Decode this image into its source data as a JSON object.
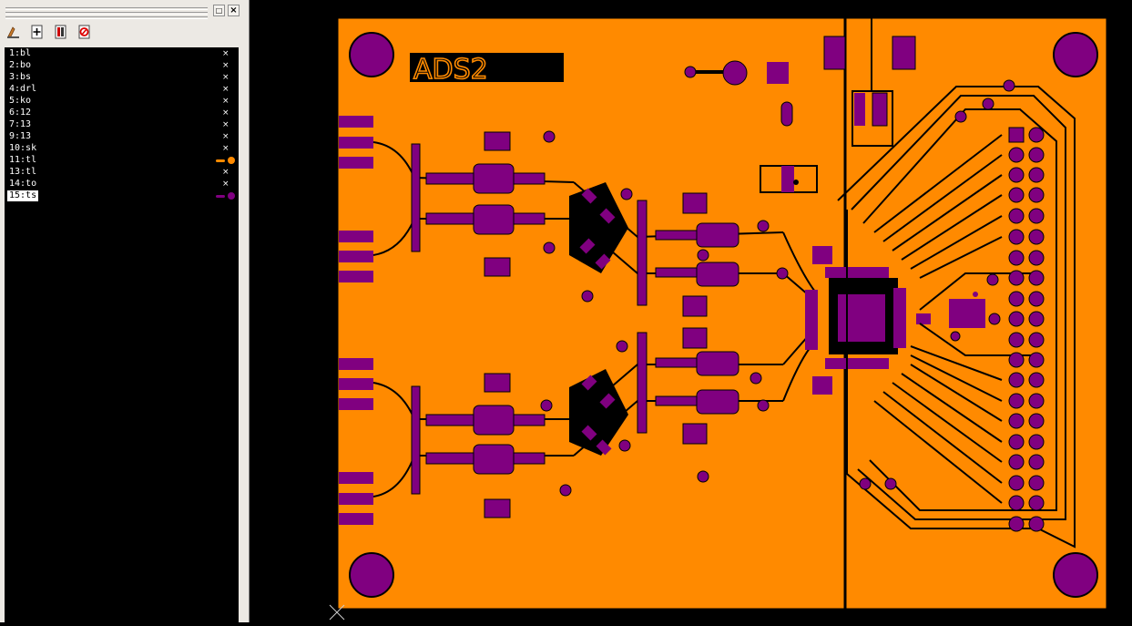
{
  "panel": {
    "window_buttons": {
      "restore": "□",
      "close": "×"
    },
    "toolbar_icons": [
      "open-layer-icon",
      "add-layer-icon",
      "layer-info-icon",
      "remove-layer-icon"
    ],
    "layers": [
      {
        "label": "1:bl",
        "action": "×"
      },
      {
        "label": "2:bo",
        "action": "×"
      },
      {
        "label": "3:bs",
        "action": "×"
      },
      {
        "label": "4:drl",
        "action": "×"
      },
      {
        "label": "5:ko",
        "action": "×"
      },
      {
        "label": "6:12",
        "action": "×"
      },
      {
        "label": "7:13",
        "action": "×"
      },
      {
        "label": "9:13",
        "action": "×"
      },
      {
        "label": "10:sk",
        "action": "×"
      },
      {
        "label": "11:tl",
        "color": "#ff8a00"
      },
      {
        "label": "13:tl",
        "action": "×"
      },
      {
        "label": "14:to",
        "action": "×"
      },
      {
        "label": "15:ts",
        "color": "#800080",
        "selected": true
      }
    ]
  },
  "board": {
    "silkscreen_label": "ADS2",
    "colors": {
      "copper": "#ff8a00",
      "mask": "#800080",
      "background": "#000000"
    }
  }
}
